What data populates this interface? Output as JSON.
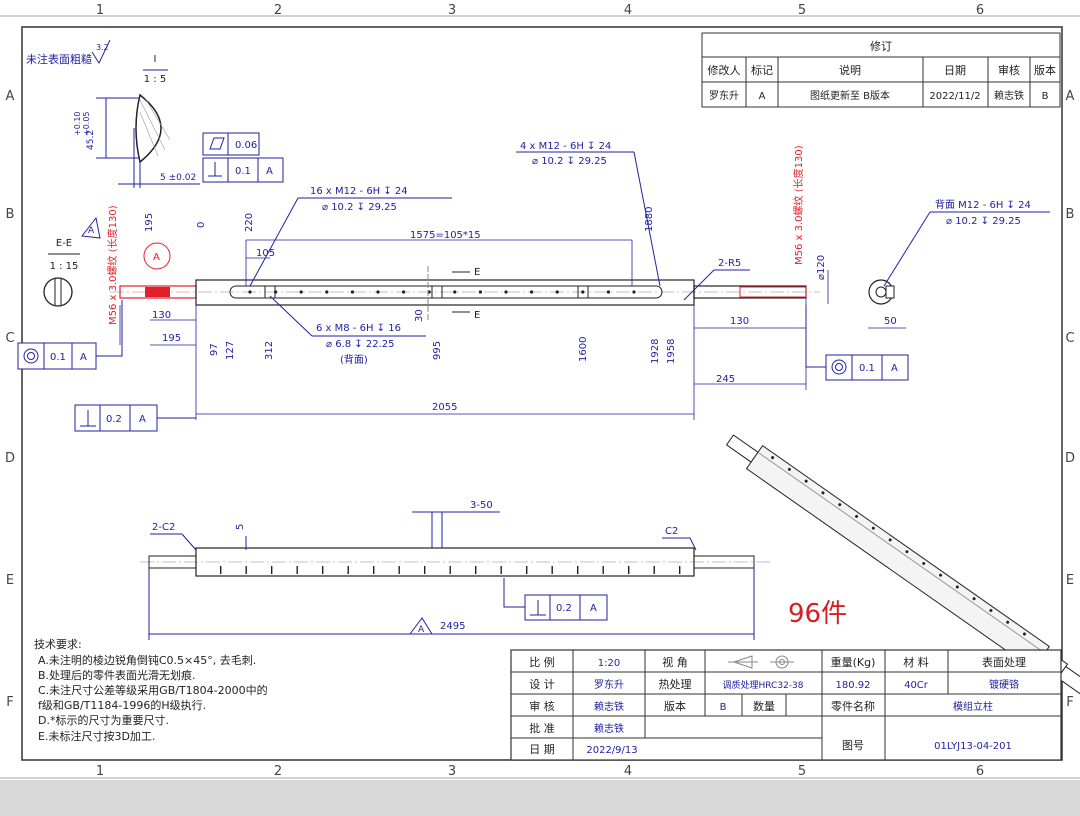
{
  "grid": {
    "cols": [
      "1",
      "2",
      "3",
      "4",
      "5",
      "6"
    ],
    "rows": [
      "A",
      "B",
      "C",
      "D",
      "E",
      "F"
    ]
  },
  "surface_note": "未注表面粗糙",
  "surface_value": "3.2",
  "revision": {
    "title": "修订",
    "headers": [
      "修改人",
      "标记",
      "说明",
      "日期",
      "审核",
      "版本"
    ],
    "row": [
      "罗东升",
      "A",
      "图纸更新至 B版本",
      "2022/11/2",
      "赖志铁",
      "B"
    ]
  },
  "detail_i": {
    "label": "I",
    "scale": "1 : 5",
    "tol_upper": "+0.10",
    "tol_lower": "+0.05",
    "dim": "45.2",
    "width": "5 ±0.02"
  },
  "section_ee": {
    "label": "E-E",
    "scale": "1 : 15"
  },
  "fcf": {
    "flatness": "0.06",
    "perp_top": "0.1",
    "perp_top_datum": "A",
    "conc_left": "0.1",
    "conc_left_datum": "A",
    "perp_left": "0.2",
    "perp_left_datum": "A",
    "conc_right": "0.1",
    "conc_right_datum": "A",
    "perp_bottom": "0.2",
    "perp_bottom_datum": "A"
  },
  "callouts": {
    "m12_16_line1": "16 x  M12 - 6H ↧ 24",
    "m12_16_line2": "⌀  10.2 ↧ 29.25",
    "m12_4_line1": "4 x  M12 - 6H ↧ 24",
    "m12_4_line2": "⌀  10.2 ↧ 29.25",
    "m8_line1": "6 x  M8 - 6H ↧ 16",
    "m8_line2": "⌀  6.8 ↧ 22.25",
    "m8_line3": "(背面)",
    "back_line1": "背面 M12 - 6H ↧ 24",
    "back_line2": "⌀  10.2 ↧ 29.25",
    "thread_left": "M56 x 3.0螺纹 (长度130)",
    "thread_right": "M56 x 3.0螺纹 (长度130)",
    "r5": "2-R5",
    "c2_left": "2-C2",
    "c2_right": "C2",
    "slot_3_50": "3-50",
    "datum_a": "A"
  },
  "dims": {
    "d195_top": "195",
    "d0": "0",
    "d220": "220",
    "d105": "105",
    "d1575": "1575=105*15",
    "d1880": "1880",
    "d130_left": "130",
    "d195_left": "195",
    "d97": "97",
    "d127": "127",
    "d312": "312",
    "d30": "30",
    "d995": "995",
    "d1600": "1600",
    "d1928": "1928",
    "d1958": "1958",
    "d2055": "2055",
    "d130_right": "130",
    "d245": "245",
    "d120": "⌀120",
    "d50": "50",
    "d5": "5",
    "d2495": "2495",
    "section_e": "E"
  },
  "quantity": "96件",
  "tech": {
    "title": "技术要求:",
    "items": [
      "A.未注明的棱边锐角倒钝C0.5×45°, 去毛刺.",
      "B.处理后的零件表面光滑无划痕.",
      "C.未注尺寸公差等级采用GB/T1804-2000中的",
      "  f级和GB/T1184-1996的H级执行.",
      "D.*标示的尺寸为重要尺寸.",
      "E.未标注尺寸按3D加工."
    ]
  },
  "title_block": {
    "scale_label": "比 例",
    "scale_value": "1:20",
    "view_label": "视  角",
    "design_label": "设 计",
    "design_value": "罗东升",
    "heat_label": "热处理",
    "heat_value": "调质处理HRC32-38",
    "review_label": "审 核",
    "review_value": "赖志铁",
    "version_label": "版本",
    "version_value": "B",
    "qty_label": "数量",
    "approve_label": "批 准",
    "approve_value": "赖志铁",
    "date_label": "日 期",
    "date_value": "2022/9/13",
    "weight_label": "重量(Kg)",
    "weight_value": "180.92",
    "material_label": "材 料",
    "material_value": "40Cr",
    "surface_label": "表面处理",
    "surface_value": "镀硬铬",
    "part_label": "零件名称",
    "part_value": "模组立柱",
    "drawing_label": "图号",
    "drawing_value": "01LYJ13-04-201"
  },
  "colors": {
    "annotation": "#2222a0",
    "thread": "#e0202a",
    "quantity": "#d42020",
    "frame": "#333333"
  }
}
